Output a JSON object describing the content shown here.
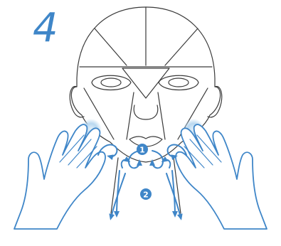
{
  "step": {
    "number": "4"
  },
  "badges": [
    {
      "label": "1"
    },
    {
      "label": "2"
    }
  ],
  "colors": {
    "outline": "#3a3a3a",
    "accent": "#3f86c8",
    "glow": "#b9d8f0",
    "background": "#ffffff"
  }
}
